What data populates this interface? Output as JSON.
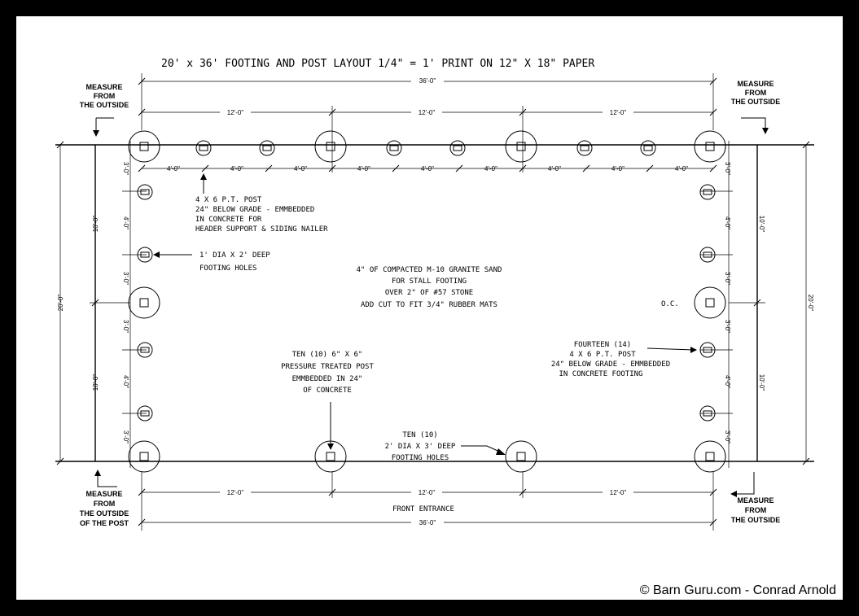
{
  "title": "20' x 36'  FOOTING AND POST LAYOUT 1/4\" = 1' PRINT ON 12\" X 18\" PAPER",
  "dims": {
    "overall_length": "36'-0\"",
    "overall_width": "20'-0\"",
    "bay": "12'-0\"",
    "post_spacing": "4'-0\"",
    "side_half": "10'-0\"",
    "side_three": "3'-0\"",
    "side_four": "4'-0\""
  },
  "notes": {
    "measure_top_left": [
      "MEASURE",
      "FROM",
      "THE OUTSIDE"
    ],
    "measure_top_right": [
      "MEASURE",
      "FROM",
      "THE OUTSIDE"
    ],
    "measure_bottom_left": [
      "MEASURE",
      "FROM",
      "THE OUTSIDE",
      "OF THE POST"
    ],
    "measure_bottom_right": [
      "MEASURE",
      "FROM",
      "THE OUTSIDE"
    ],
    "post_4x6": [
      "4 X 6 P.T. POST",
      "24\" BELOW GRADE - EMMBEDDED",
      "IN CONCRETE FOR",
      "HEADER SUPPORT & SIDING NAILER"
    ],
    "small_holes": [
      "1' DIA X 2' DEEP",
      "FOOTING HOLES"
    ],
    "center": [
      "4\" OF COMPACTED M-10 GRANITE SAND",
      "FOR STALL FOOTING",
      "OVER 2\" OF #57 STONE",
      "ADD CUT TO FIT 3/4\" RUBBER MATS"
    ],
    "ten_posts": [
      "TEN (10) 6\" X 6\"",
      "PRESSURE TREATED POST",
      "EMMBEDDED IN 24\"",
      "OF CONCRETE"
    ],
    "ten_holes": [
      "TEN (10)",
      "2' DIA X 3' DEEP",
      "FOOTING HOLES"
    ],
    "fourteen": [
      "FOURTEEN (14)",
      "4 X 6 P.T. POST",
      "24\" BELOW GRADE - EMMBEDDED",
      "IN CONCRETE FOOTING"
    ],
    "oc": "O.C.",
    "front": "FRONT ENTRANCE"
  },
  "copyright": "© Barn Guru.com - Conrad Arnold"
}
